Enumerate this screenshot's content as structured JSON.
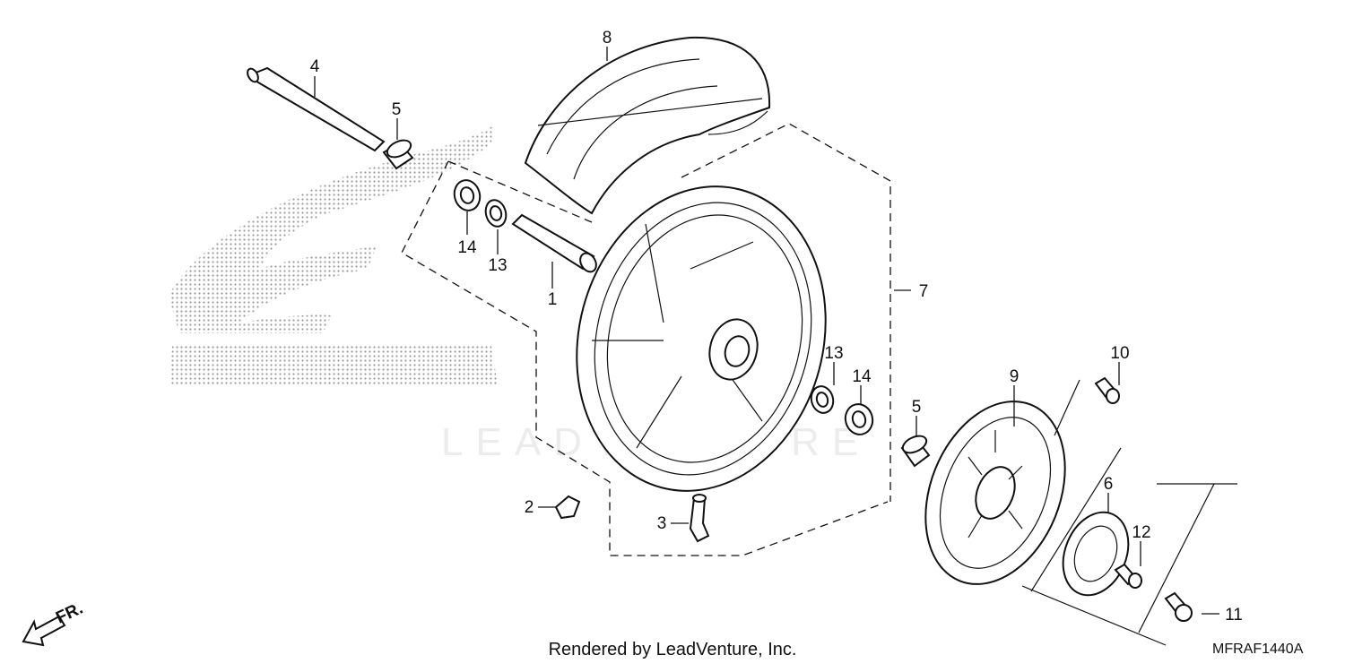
{
  "callouts": {
    "c1": "1",
    "c2": "2",
    "c3": "3",
    "c4": "4",
    "c5a": "5",
    "c5b": "5",
    "c6": "6",
    "c7": "7",
    "c8": "8",
    "c9": "9",
    "c10": "10",
    "c11": "11",
    "c12": "12",
    "c13a": "13",
    "c13b": "13",
    "c14a": "14",
    "c14b": "14"
  },
  "front_marker": "FR.",
  "footer": {
    "credit": "Rendered by LeadVenture, Inc.",
    "diagram_code": "MFRAF1440A"
  },
  "colors": {
    "line": "#111111",
    "logo_dots": "#9a9a9a",
    "watermark": "#ececec"
  }
}
